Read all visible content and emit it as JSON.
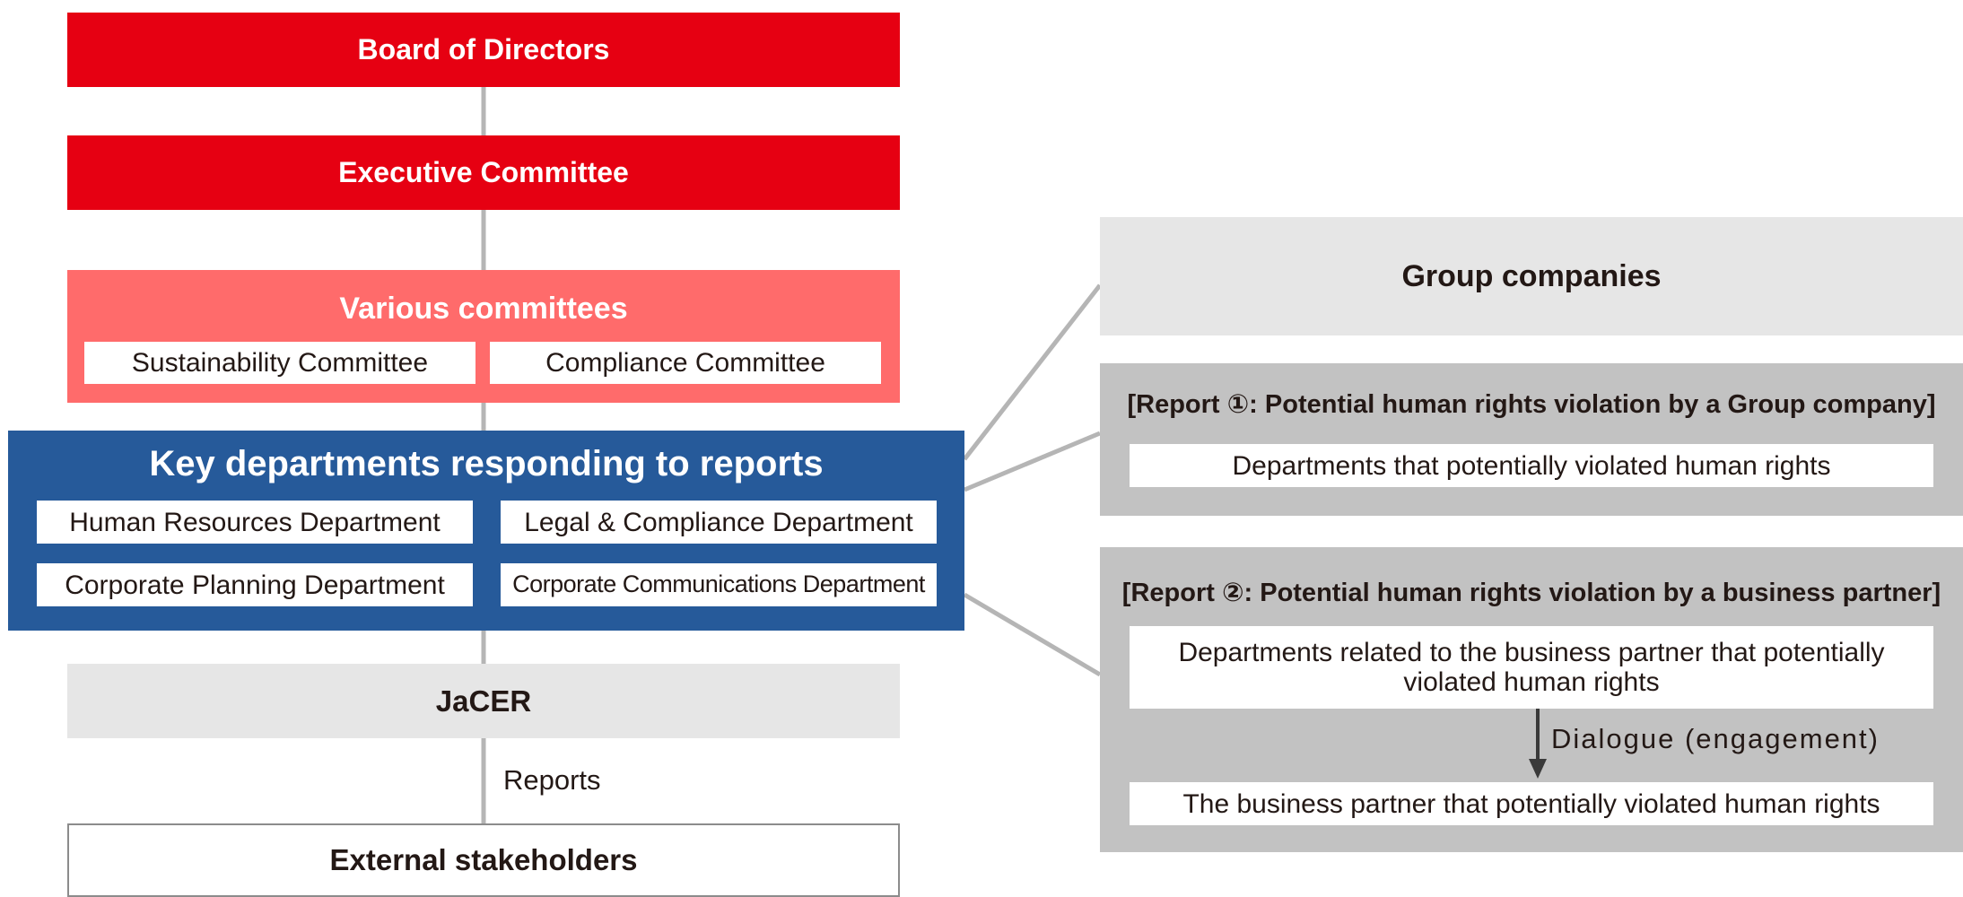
{
  "left_column": {
    "board": "Board of Directors",
    "executive": "Executive Committee",
    "committees": {
      "title": "Various committees",
      "items": [
        "Sustainability Committee",
        "Compliance Committee"
      ]
    },
    "key_departments": {
      "title": "Key departments responding to reports",
      "items": [
        "Human Resources Department",
        "Legal & Compliance Department",
        "Corporate Planning Department",
        "Corporate Communications Department"
      ]
    },
    "jacer": "JaCER",
    "reports_label": "Reports",
    "external": "External stakeholders"
  },
  "right_column": {
    "group_companies": "Group companies",
    "report1": {
      "title": "[Report ①: Potential human rights violation by a Group company]",
      "item": "Departments that potentially violated human rights"
    },
    "report2": {
      "title": "[Report ②: Potential human rights violation by a business partner]",
      "item_top": "Departments related to the business partner that potentially violated human rights",
      "dialogue": "Dialogue (engagement)",
      "item_bottom": "The business partner that potentially violated human rights"
    }
  },
  "colors": {
    "red": "#e60012",
    "pink": "#ff6b6b",
    "blue": "#265a9a",
    "grey_light": "#e6e6e6",
    "grey": "#c2c2c2",
    "connector": "#b5b5b5"
  }
}
